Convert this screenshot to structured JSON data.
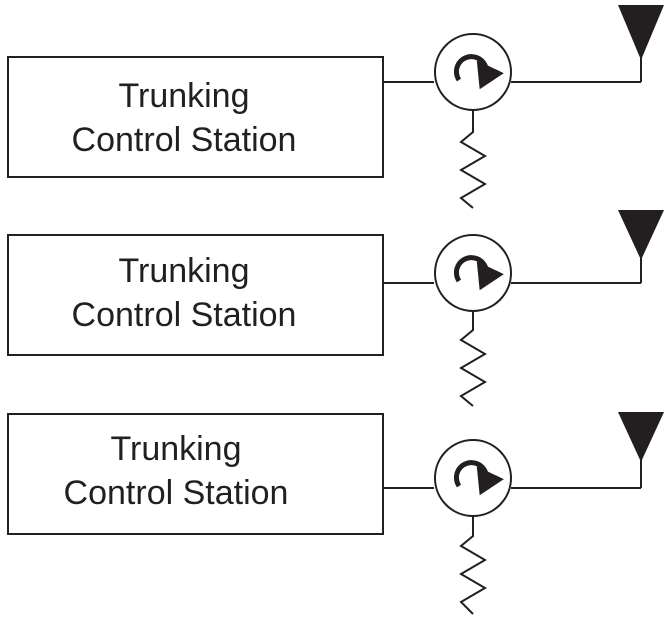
{
  "stations": [
    {
      "line1": "Trunking",
      "line2": "Control Station"
    },
    {
      "line1": "Trunking",
      "line2": "Control Station"
    },
    {
      "line1": "Trunking",
      "line2": "Control Station"
    }
  ],
  "colors": {
    "stroke": "#231f20",
    "background": "#ffffff"
  },
  "icons": [
    "circulator-icon",
    "resistor-load-icon",
    "antenna-icon"
  ]
}
